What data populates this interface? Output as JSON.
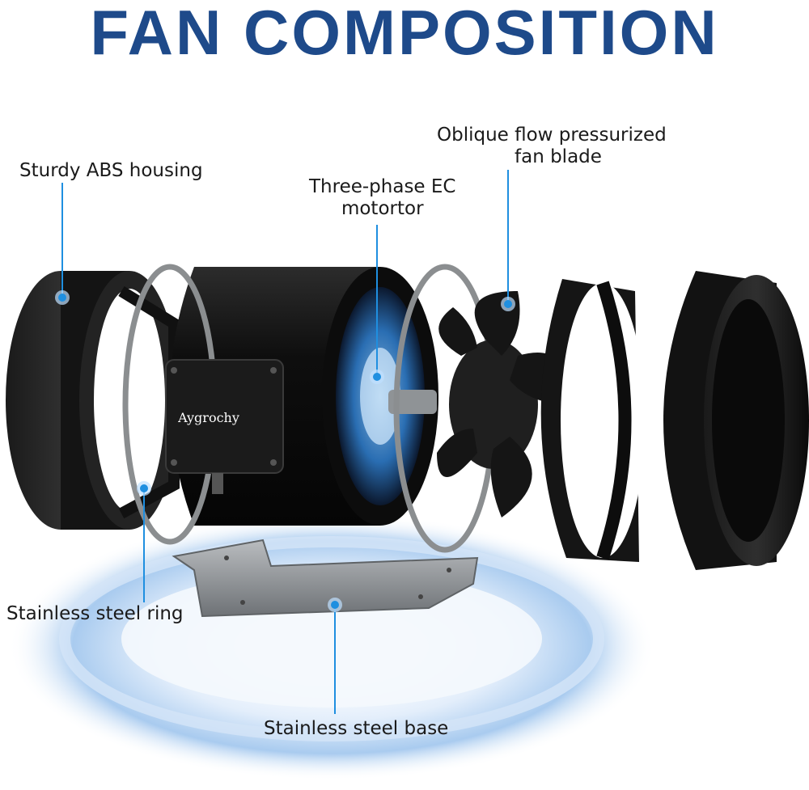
{
  "title": "FAN COMPOSITION",
  "callouts": {
    "housing": "Sturdy ABS housing",
    "motor_line1": "Three-phase EC",
    "motor_line2": "motortor",
    "blade_line1": "Oblique flow pressurized",
    "blade_line2": "fan blade",
    "ring": "Stainless steel ring",
    "base": "Stainless steel base"
  },
  "brand": "Aygrochy",
  "colors": {
    "title": "#1e4a8a",
    "callout_line": "#1f8fe0",
    "glow": "#cfe3f7"
  }
}
